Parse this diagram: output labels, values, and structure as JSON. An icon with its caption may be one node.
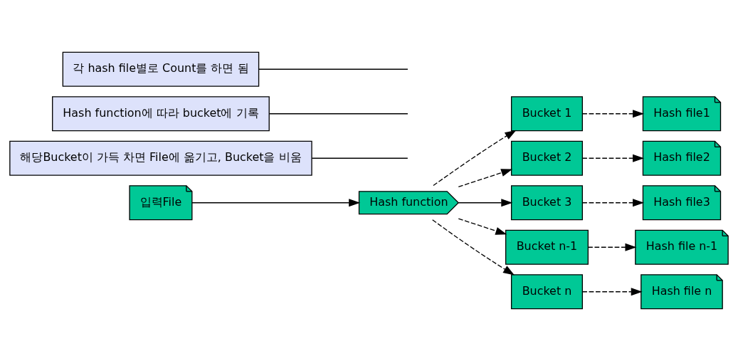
{
  "diagram": {
    "nodes": [
      {
        "text": [
          "입력File"
        ]
      },
      {
        "text": [
          "Hash function"
        ]
      },
      {
        "text": [
          "Bucket 1"
        ]
      },
      {
        "text": [
          "Bucket 2"
        ]
      },
      {
        "text": [
          "Bucket 3"
        ]
      },
      {
        "text": [
          "Bucket n-1"
        ]
      },
      {
        "text": [
          "Bucket n"
        ]
      },
      {
        "text": [
          "Hash file1"
        ]
      },
      {
        "text": [
          "Hash file2"
        ]
      },
      {
        "text": [
          "Hash file3"
        ]
      },
      {
        "text": [
          "Hash file n-1"
        ]
      },
      {
        "text": [
          "Hash file n"
        ]
      },
      {
        "text": [
          "해당Bucket이 가득 차면 File에 옮기고, Bucket을 비움"
        ]
      },
      {
        "text": [
          "Hash function에 따라 bucket에 기록"
        ]
      },
      {
        "text": [
          "각 hash file별로 Count를 하면 됨"
        ]
      }
    ],
    "edges": [
      {
        "from": 0,
        "to": 1,
        "arrow": "to"
      },
      {
        "from": 1,
        "to": 2,
        "arrow": "to",
        "style": "dashed"
      },
      {
        "from": 1,
        "to": 3,
        "arrow": "to",
        "style": "dashed"
      },
      {
        "from": 1,
        "to": 4,
        "arrow": "to"
      },
      {
        "from": 1,
        "to": 5,
        "arrow": "to",
        "style": "dashed"
      },
      {
        "from": 1,
        "to": 6,
        "arrow": "to",
        "style": "dashed"
      },
      {
        "from": 2,
        "to": 7,
        "arrow": "to",
        "style": "dashed"
      },
      {
        "from": 3,
        "to": 8,
        "arrow": "to",
        "style": "dashed"
      },
      {
        "from": 4,
        "to": 9,
        "arrow": "to",
        "style": "dashed"
      },
      {
        "from": 5,
        "to": 10,
        "arrow": "to",
        "style": "dashed"
      },
      {
        "from": 6,
        "to": 11,
        "arrow": "to",
        "style": "dashed"
      },
      {
        "from": 12,
        "to": null,
        "arrow": "none"
      },
      {
        "from": 13,
        "to": null,
        "arrow": "none"
      },
      {
        "from": 14,
        "to": null,
        "arrow": "none"
      }
    ]
  }
}
